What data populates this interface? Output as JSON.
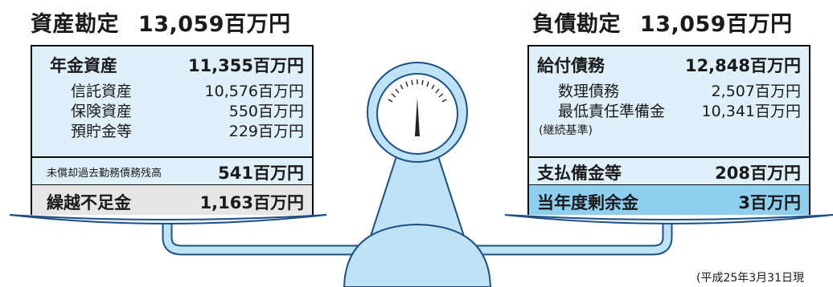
{
  "assets": {
    "heading_label": "資産勘定",
    "heading_amount": "13,059百万円",
    "pension_label": "年金資産",
    "pension_amount": "11,355百万円",
    "items": [
      {
        "label": "信託資産",
        "amount": "10,576百万円"
      },
      {
        "label": "保険資産",
        "amount": "550百万円"
      },
      {
        "label": "預貯金等",
        "amount": "229百万円"
      }
    ],
    "past_service_label": "未償却過去勤務債務残高",
    "past_service_amount": "541百万円",
    "deficit_label": "繰越不足金",
    "deficit_amount": "1,163百万円"
  },
  "liabilities": {
    "heading_label": "負債勘定",
    "heading_amount": "13,059百万円",
    "benefit_label": "給付債務",
    "benefit_amount": "12,848百万円",
    "actuarial_label": "数理債務",
    "actuarial_amount": "2,507百万円",
    "min_reserve_label": "最低責任準備金",
    "min_reserve_amount": "10,341百万円",
    "min_reserve_note": "(継続基準)",
    "payment_reserve_label": "支払備金等",
    "payment_reserve_amount": "208百万円",
    "surplus_label": "当年度剰余金",
    "surplus_amount": "3百万円"
  },
  "footnote": "(平成25年3月31日現",
  "colors": {
    "panel_fill": "#dff0fa",
    "deficit_fill": "#e6e6e6",
    "surplus_fill": "#8ecff0",
    "scale_fill": "#bfe3f6",
    "tray_fill": "#f0f0f0",
    "outline": "#1c4f87"
  },
  "icons": [
    "balance-scale-icon",
    "gauge-needle-icon"
  ]
}
